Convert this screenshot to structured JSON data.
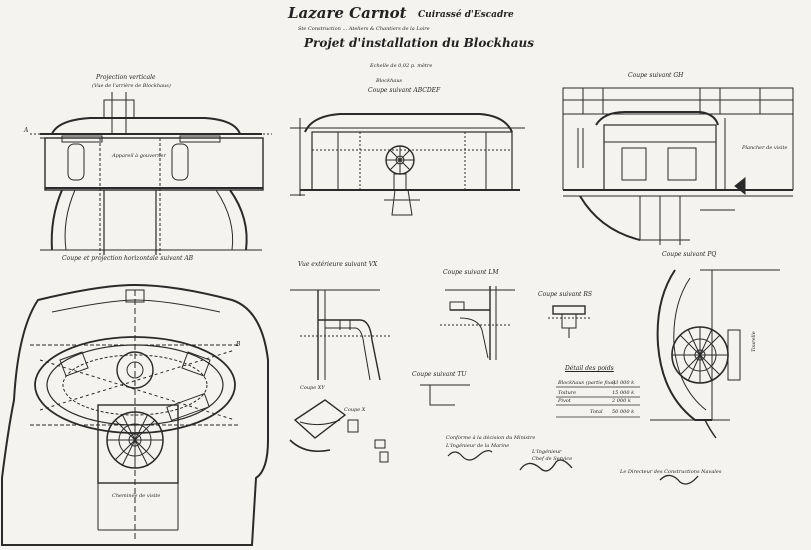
{
  "header": {
    "title": "Lazare Carnot",
    "title_suffix": "Cuirassé d'Escadre",
    "subtitle_small": "Ste Construction ... Ateliers & Chantiers de la Loire",
    "project": "Projet d'installation du Blockhaus",
    "scale": "Echelle de 0,02 p. mètre",
    "sheet_note": "Blockhaus"
  },
  "views": {
    "vertical_projection": "Projection verticale",
    "vertical_projection_sub": "(Vue de l'arrière de Blockhaus)",
    "section_abcdef": "Coupe suivant ABCDEF",
    "section_gh": "Coupe suivant GH",
    "section_plan_ab": "Coupe et projection horizontale suivant AB",
    "view_vx": "Vue extérieure suivant VX",
    "section_lm": "Coupe suivant LM",
    "section_rs": "Coupe suivant RS",
    "section_pq": "Coupe suivant PQ",
    "section_tu": "Coupe suivant TU",
    "section_xy": "Coupe XY",
    "section_x": "Coupe X"
  },
  "annotations": {
    "wheel_label": "Appareil à gouverner",
    "chimney_label": "Cheminée de visite",
    "gh_label": "Plancher de visite",
    "pq_label": "Tourelle",
    "marker_a": "A",
    "marker_b": "B"
  },
  "weights": {
    "title": "Détail des poids",
    "rows": [
      {
        "label": "Blockhaus (partie fixe)",
        "value": "33 000 k"
      },
      {
        "label": "Toiture",
        "value": "15 000 k"
      },
      {
        "label": "Pivot",
        "value": "2 000 k"
      },
      {
        "label": "Total",
        "value": "50 000 k"
      }
    ]
  },
  "signatures": {
    "conforme": "Conforme à la décision du Ministre",
    "conforme_sub": "L'Ingénieur de la Marine",
    "engineer": "L'Ingénieur",
    "engineer_sub": "Chef de Service",
    "director": "Le Directeur des Constructions Navales"
  }
}
